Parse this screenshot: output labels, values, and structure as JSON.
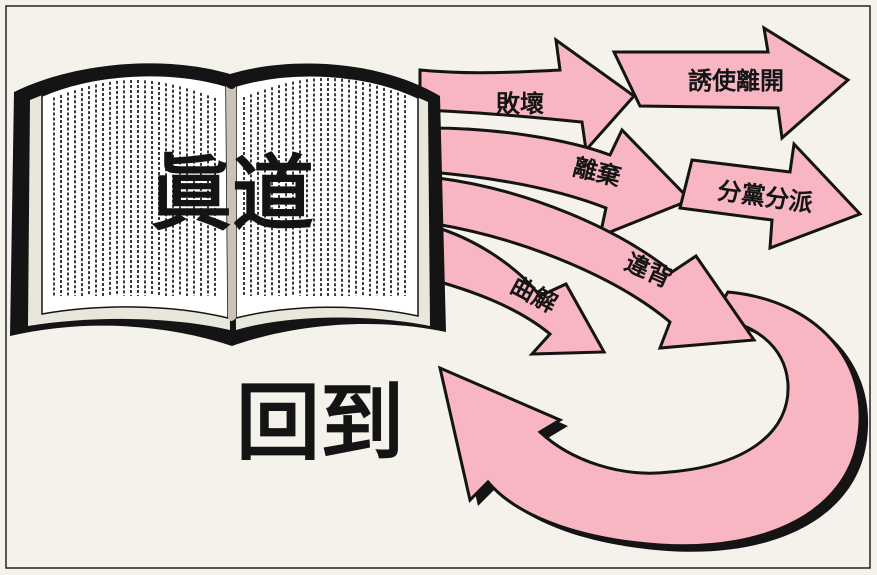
{
  "book": {
    "title": "眞道"
  },
  "arrows": [
    {
      "id": "corrupt",
      "label": "敗壞"
    },
    {
      "id": "entice-away",
      "label": "誘使離開"
    },
    {
      "id": "forsake",
      "label": "離棄"
    },
    {
      "id": "factions",
      "label": "分黨分派"
    },
    {
      "id": "twist",
      "label": "曲解"
    },
    {
      "id": "violate",
      "label": "違背"
    }
  ],
  "return": {
    "label": "回到"
  },
  "colors": {
    "arrow_fill": "#f7b6c2",
    "outline": "#141414",
    "paper": "#f4f2ea",
    "book_page": "#ffffff"
  }
}
